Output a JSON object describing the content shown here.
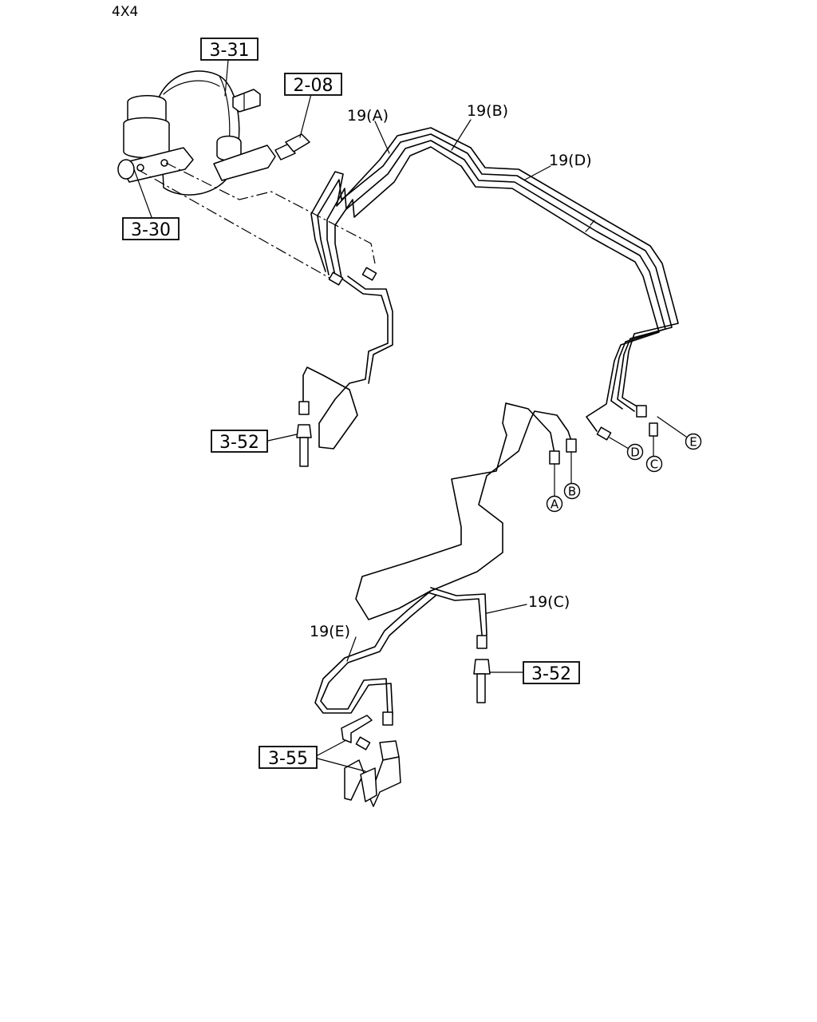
{
  "header": {
    "variant": "4X4"
  },
  "references": {
    "booster": "3-31",
    "clevis": "2-08",
    "master_cylinder": "3-30",
    "flex_hose_front": "3-52",
    "flex_hose_rear": "3-52",
    "rear_bracket": "3-55"
  },
  "pipes": {
    "a": "19(A)",
    "b": "19(B)",
    "c": "19(C)",
    "d": "19(D)",
    "e": "19(E)"
  },
  "connectors": {
    "a": "A",
    "b": "B",
    "c": "C",
    "d": "D",
    "e": "E"
  }
}
